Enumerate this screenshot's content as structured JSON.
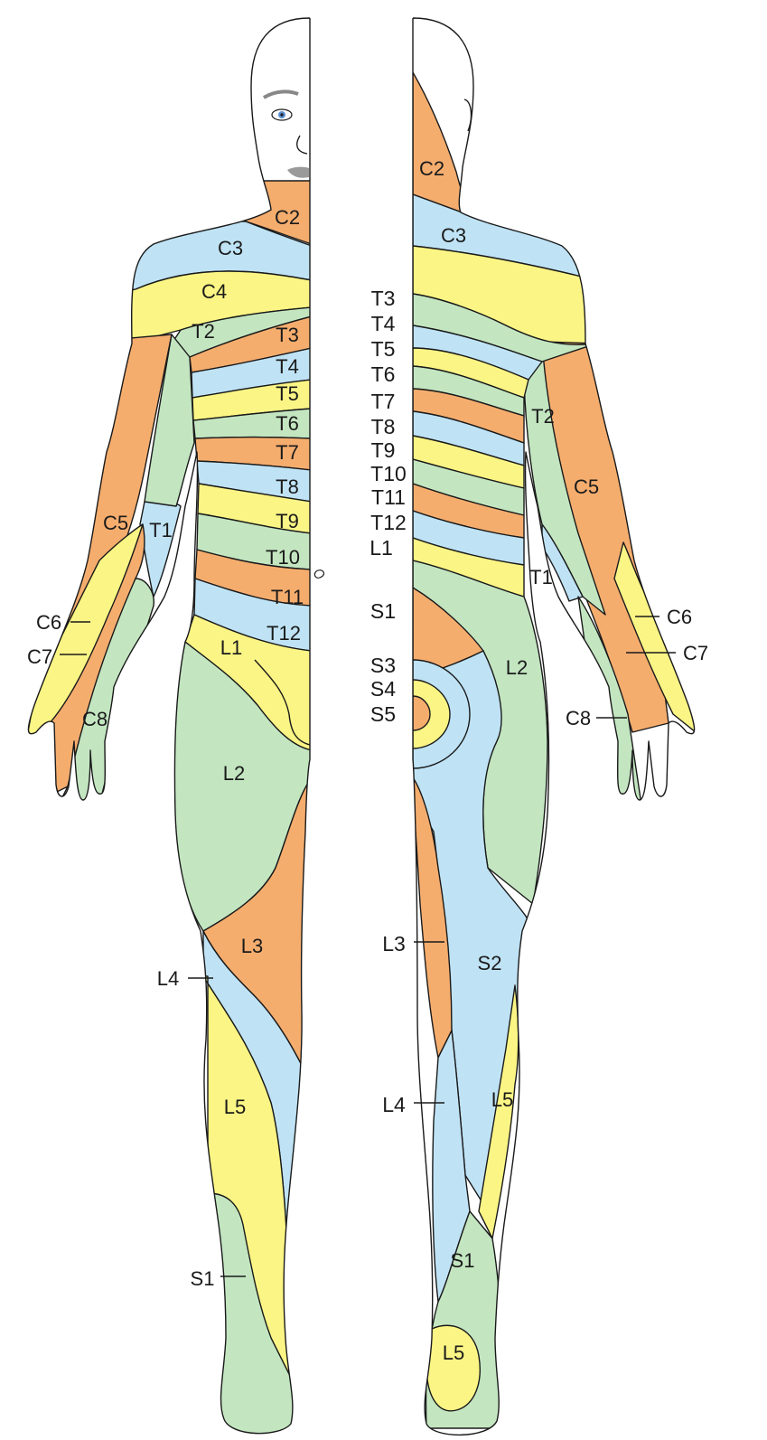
{
  "colors": {
    "orange": "#f5ad6e",
    "blue": "#bfe3f5",
    "yellow": "#fbf585",
    "green": "#c3e6c1",
    "skin": "#ffffff",
    "outline": "#1a1a1a"
  },
  "labels": {
    "front": {
      "c2": "C2",
      "c3": "C3",
      "c4": "C4",
      "t2": "T2",
      "t3": "T3",
      "t4": "T4",
      "t5": "T5",
      "t6": "T6",
      "t7": "T7",
      "t8": "T8",
      "t9": "T9",
      "t10": "T10",
      "t11": "T11",
      "t12": "T12",
      "c5": "C5",
      "t1": "T1",
      "c6": "C6",
      "c7": "C7",
      "c8": "C8",
      "l1": "L1",
      "l2": "L2",
      "l3": "L3",
      "l4": "L4",
      "l5": "L5",
      "s1": "S1"
    },
    "back": {
      "c2": "C2",
      "c3": "C3",
      "t2": "T2",
      "c5": "C5",
      "t1": "T1",
      "c6": "C6",
      "c7": "C7",
      "c8": "C8",
      "l2": "L2",
      "s2": "S2",
      "l5": "L5",
      "s1": "S1",
      "l5_foot": "L5"
    },
    "center": {
      "t3": "T3",
      "t4": "T4",
      "t5": "T5",
      "t6": "T6",
      "t7": "T7",
      "t8": "T8",
      "t9": "T9",
      "t10": "T10",
      "t11": "T11",
      "t12": "T12",
      "l1": "L1",
      "s1": "S1",
      "s3": "S3",
      "s4": "S4",
      "s5": "S5",
      "l3": "L3",
      "l4": "L4"
    }
  }
}
